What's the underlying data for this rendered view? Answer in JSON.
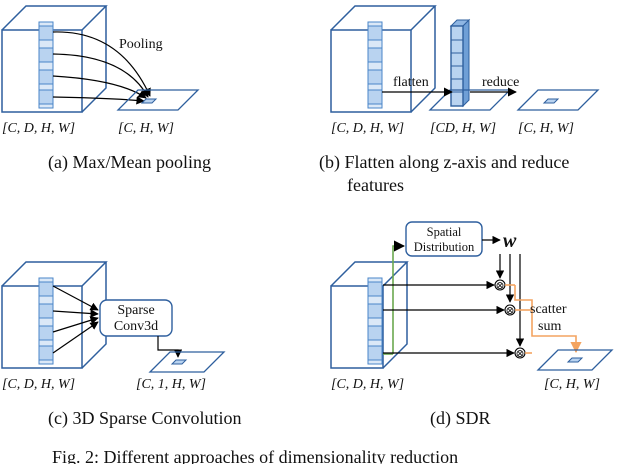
{
  "colors": {
    "box_stroke": "#2e5f9e",
    "cell_fill": "#b9d3f0",
    "cell_stroke": "#4a86c8",
    "arrow": "#000000",
    "green": "#6aa84f",
    "orange": "#f4a460"
  },
  "panel_a": {
    "pooling": "Pooling",
    "dim_in": "[C, D, H, W]",
    "dim_out": "[C, H, W]",
    "caption": "(a) Max/Mean pooling"
  },
  "panel_b": {
    "flatten": "flatten",
    "reduce": "reduce",
    "dim_in": "[C, D, H, W]",
    "dim_mid": "[CD, H, W]",
    "dim_out": "[C, H, W]",
    "caption_line1": "(b)  Flatten along z-axis and reduce",
    "caption_line2": "features"
  },
  "panel_c": {
    "box_line1": "Sparse",
    "box_line2": "Conv3d",
    "dim_in": "[C, D, H, W]",
    "dim_out": "[C, 1, H, W]",
    "caption": "(c)  3D Sparse Convolution"
  },
  "panel_d": {
    "box_line1": "Spatial",
    "box_line2": "Distribution",
    "w_symbol": "w",
    "otimes": "⊗",
    "scatter_line1": "scatter",
    "scatter_line2": "sum",
    "dim_in": "[C, D, H, W]",
    "dim_out": "[C, H, W]",
    "caption": "(d)  SDR"
  },
  "figure_caption": "Fig. 2:   Different approaches of dimensionality reduction"
}
